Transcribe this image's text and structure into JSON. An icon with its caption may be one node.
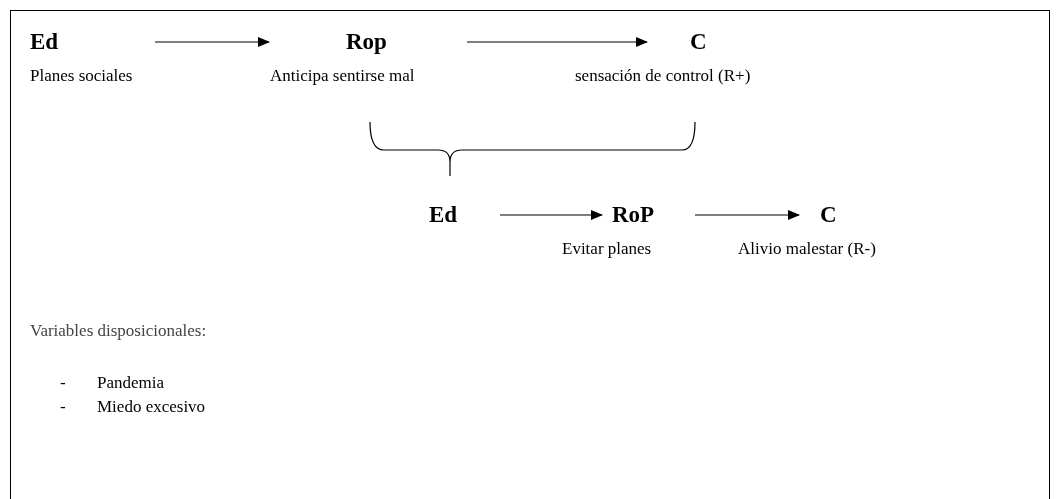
{
  "diagram": {
    "nodes": [
      {
        "text": [
          "Ed"
        ],
        "beside": [
          "Planes sociales"
        ]
      },
      {
        "text": [
          "Rop"
        ],
        "beside": [
          "Anticipa sentirse mal"
        ]
      },
      {
        "text": [
          "C"
        ],
        "beside": [
          "sensación de control (R+)"
        ]
      },
      {
        "text": [
          "Ed"
        ]
      },
      {
        "text": [
          "RoP"
        ],
        "beside": [
          "Evitar planes"
        ]
      },
      {
        "text": [
          "C"
        ],
        "beside": [
          "Alivio malestar (R-)"
        ]
      }
    ],
    "edges": [
      {
        "from": 0,
        "to": 1,
        "arrow": "to"
      },
      {
        "from": 1,
        "to": 2,
        "arrow": "to"
      },
      {
        "from": 3,
        "to": 4,
        "arrow": "to"
      },
      {
        "from": 4,
        "to": 5,
        "arrow": "to"
      }
    ],
    "labels": [
      "Variables disposicionales:",
      "-",
      "Pandemia",
      "-",
      "Miedo excesivo"
    ]
  }
}
